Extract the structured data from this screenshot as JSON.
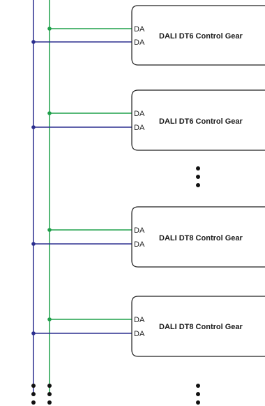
{
  "colors": {
    "bus_blue": "#2b2f8f",
    "bus_green": "#1fa04a",
    "box_stroke": "#222222",
    "dot": "#111111"
  },
  "devices": [
    {
      "port_top": "DA",
      "port_bottom": "DA",
      "label": "DALI DT6 Control Gear"
    },
    {
      "port_top": "DA",
      "port_bottom": "DA",
      "label": "DALI DT6 Control Gear"
    },
    {
      "port_top": "DA",
      "port_bottom": "DA",
      "label": "DALI DT8 Control Gear"
    },
    {
      "port_top": "DA",
      "port_bottom": "DA",
      "label": "DALI DT8 Control Gear"
    }
  ],
  "continuation_markers": [
    "between-device-2-and-3",
    "below-buses",
    "below-device-4"
  ]
}
